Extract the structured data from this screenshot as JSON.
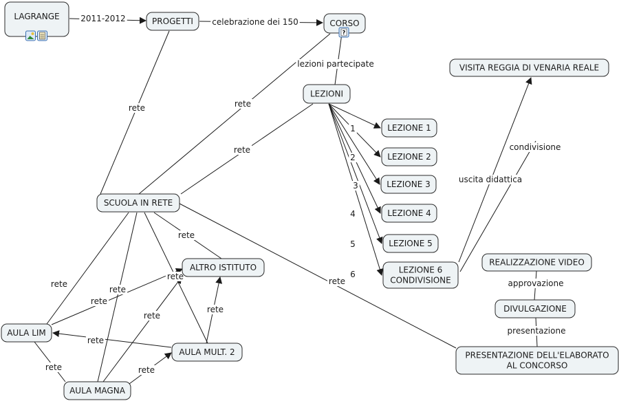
{
  "title": "Concept map - LAGRANGE",
  "colors": {
    "node_fill": "#eef3f5",
    "node_stroke": "#2a2a2a",
    "line": "#1a1a1a",
    "icon_accent": "#3a6fb0"
  },
  "nodes": [
    {
      "id": "lagrange",
      "label": [
        "LAGRANGE"
      ],
      "icons": [
        "image-resource-icon",
        "document-resource-icon"
      ]
    },
    {
      "id": "progetti",
      "label": [
        "PROGETTI"
      ]
    },
    {
      "id": "corso",
      "label": [
        "CORSO"
      ],
      "icons": [
        "unknown-file-resource-icon"
      ]
    },
    {
      "id": "lezioni",
      "label": [
        "LEZIONI"
      ]
    },
    {
      "id": "lezione1",
      "label": [
        "LEZIONE 1"
      ]
    },
    {
      "id": "lezione2",
      "label": [
        "LEZIONE 2"
      ]
    },
    {
      "id": "lezione3",
      "label": [
        "LEZIONE 3"
      ]
    },
    {
      "id": "lezione4",
      "label": [
        "LEZIONE 4"
      ]
    },
    {
      "id": "lezione5",
      "label": [
        "LEZIONE 5"
      ]
    },
    {
      "id": "lezione6",
      "label": [
        "LEZIONE 6",
        "CONDIVISIONE"
      ]
    },
    {
      "id": "visita",
      "label": [
        "VISITA REGGIA DI VENARIA REALE"
      ]
    },
    {
      "id": "video",
      "label": [
        "REALIZZAZIONE VIDEO"
      ]
    },
    {
      "id": "divulgazione",
      "label": [
        "DIVULGAZIONE"
      ]
    },
    {
      "id": "presentazione",
      "label": [
        "PRESENTAZIONE DELL'ELABORATO",
        "AL CONCORSO"
      ]
    },
    {
      "id": "scuola",
      "label": [
        "SCUOLA IN RETE"
      ]
    },
    {
      "id": "altro",
      "label": [
        "ALTRO ISTITUTO"
      ]
    },
    {
      "id": "aulalim",
      "label": [
        "AULA LIM"
      ]
    },
    {
      "id": "aulamult",
      "label": [
        "AULA MULT. 2"
      ]
    },
    {
      "id": "aulamagna",
      "label": [
        "AULA MAGNA"
      ]
    }
  ],
  "links": [
    {
      "from": "lagrange",
      "to": "progetti",
      "label": "2011-2012",
      "arrow": true
    },
    {
      "from": "progetti",
      "to": "corso",
      "label": "celebrazione dei 150",
      "arrow": true
    },
    {
      "from": "corso",
      "to": "lezioni",
      "label": "lezioni partecipate",
      "arrow": false
    },
    {
      "from": "lezioni",
      "to": "lezione1",
      "label": "1",
      "arrow": true
    },
    {
      "from": "lezioni",
      "to": "lezione2",
      "label": "2",
      "arrow": true
    },
    {
      "from": "lezioni",
      "to": "lezione3",
      "label": "3",
      "arrow": true
    },
    {
      "from": "lezioni",
      "to": "lezione4",
      "label": "4",
      "arrow": true
    },
    {
      "from": "lezioni",
      "to": "lezione5",
      "label": "5",
      "arrow": true
    },
    {
      "from": "lezioni",
      "to": "lezione6",
      "label": "6",
      "arrow": true
    },
    {
      "from": "lezione6",
      "to": "visita",
      "label": "uscita didattica",
      "arrow": true
    },
    {
      "from": "lezione6",
      "to": "video",
      "label": "condivisione",
      "arrow": false
    },
    {
      "from": "video",
      "to": "divulgazione",
      "label": "approvazione",
      "arrow": false
    },
    {
      "from": "divulgazione",
      "to": "presentazione",
      "label": "presentazione",
      "arrow": false
    },
    {
      "from": "progetti",
      "to": "scuola",
      "label": "rete",
      "arrow": false
    },
    {
      "from": "corso",
      "to": "scuola",
      "label": "rete",
      "arrow": false
    },
    {
      "from": "lezioni",
      "to": "scuola",
      "label": "rete",
      "arrow": false
    },
    {
      "from": "scuola",
      "to": "presentazione",
      "label": "rete",
      "arrow": false
    },
    {
      "from": "scuola",
      "to": "altro",
      "label": "rete",
      "arrow": false
    },
    {
      "from": "scuola",
      "to": "aulalim",
      "label": "rete",
      "arrow": false
    },
    {
      "from": "scuola",
      "to": "aulamagna",
      "label": "rete",
      "arrow": false
    },
    {
      "from": "scuola",
      "to": "aulamult",
      "label": "rete",
      "arrow": false
    },
    {
      "from": "aulalim",
      "to": "altro",
      "label": "rete",
      "arrow": true
    },
    {
      "from": "aulamult",
      "to": "aulalim",
      "label": "rete",
      "arrow": true
    },
    {
      "from": "aulamult",
      "to": "altro",
      "label": "rete",
      "arrow": true
    },
    {
      "from": "aulamagna",
      "to": "altro",
      "label": "rete",
      "arrow": true
    },
    {
      "from": "aulamagna",
      "to": "aulamult",
      "label": "rete",
      "arrow": true
    },
    {
      "from": "aulalim",
      "to": "aulamagna",
      "label": "rete",
      "arrow": false
    }
  ]
}
